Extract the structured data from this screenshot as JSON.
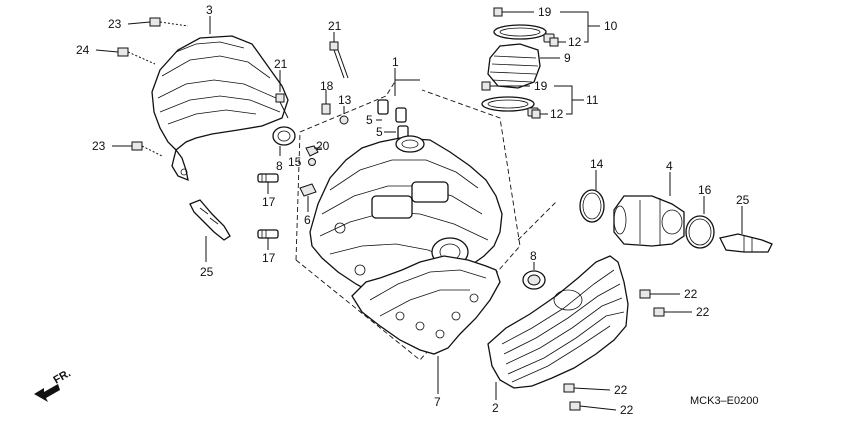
{
  "diagram": {
    "code": "MCK3–E0200",
    "front_label": "FR.",
    "callouts": [
      {
        "id": "c3",
        "text": "3"
      },
      {
        "id": "c23a",
        "text": "23"
      },
      {
        "id": "c24",
        "text": "24"
      },
      {
        "id": "c23b",
        "text": "23"
      },
      {
        "id": "c21a",
        "text": "21"
      },
      {
        "id": "c21b",
        "text": "21"
      },
      {
        "id": "c18",
        "text": "18"
      },
      {
        "id": "c13",
        "text": "13"
      },
      {
        "id": "c1",
        "text": "1"
      },
      {
        "id": "c5a",
        "text": "5"
      },
      {
        "id": "c5b",
        "text": "5"
      },
      {
        "id": "c20",
        "text": "20"
      },
      {
        "id": "c15",
        "text": "15"
      },
      {
        "id": "c8a",
        "text": "8"
      },
      {
        "id": "c17a",
        "text": "17"
      },
      {
        "id": "c17b",
        "text": "17"
      },
      {
        "id": "c6",
        "text": "6"
      },
      {
        "id": "c25a",
        "text": "25"
      },
      {
        "id": "c19a",
        "text": "19"
      },
      {
        "id": "c10",
        "text": "10"
      },
      {
        "id": "c12a",
        "text": "12"
      },
      {
        "id": "c9",
        "text": "9"
      },
      {
        "id": "c19b",
        "text": "19"
      },
      {
        "id": "c11",
        "text": "11"
      },
      {
        "id": "c12b",
        "text": "12"
      },
      {
        "id": "c14",
        "text": "14"
      },
      {
        "id": "c4",
        "text": "4"
      },
      {
        "id": "c16",
        "text": "16"
      },
      {
        "id": "c25b",
        "text": "25"
      },
      {
        "id": "c8b",
        "text": "8"
      },
      {
        "id": "c22a",
        "text": "22"
      },
      {
        "id": "c22b",
        "text": "22"
      },
      {
        "id": "c22c",
        "text": "22"
      },
      {
        "id": "c22d",
        "text": "22"
      },
      {
        "id": "c7",
        "text": "7"
      },
      {
        "id": "c2",
        "text": "2"
      }
    ]
  }
}
